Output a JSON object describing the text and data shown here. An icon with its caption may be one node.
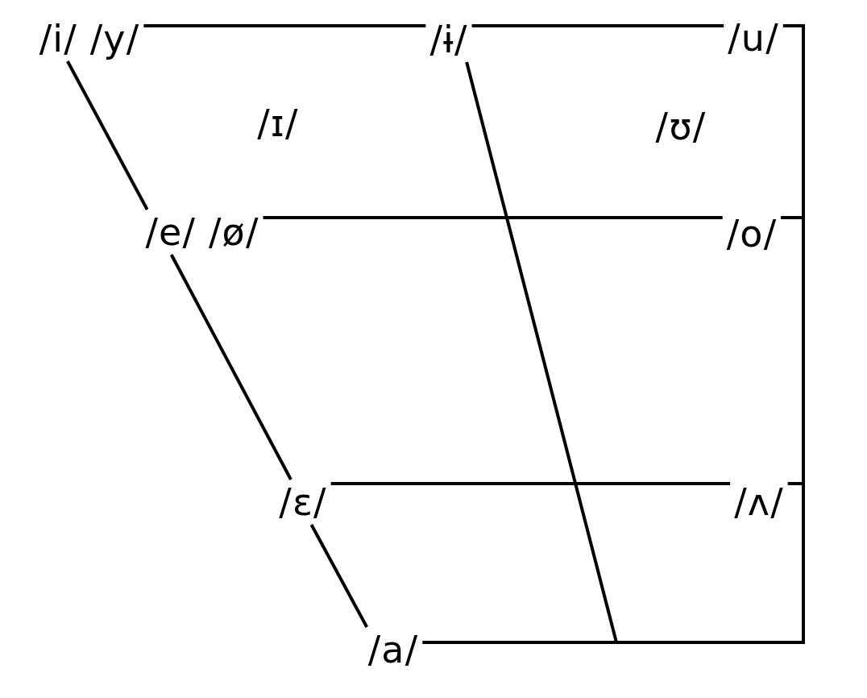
{
  "diagram": {
    "nodes": [
      {
        "text": [
          "/i/ /y/"
        ]
      },
      {
        "text": [
          "/ɨ/"
        ]
      },
      {
        "text": [
          "/u/"
        ]
      },
      {
        "text": [
          "/e/ /ø/"
        ]
      },
      {
        "text": [
          "/o/"
        ]
      },
      {
        "text": [
          "/ɛ/"
        ]
      },
      {
        "text": [
          "/ʌ/"
        ]
      },
      {
        "text": [
          "/a/"
        ]
      }
    ],
    "edges": [
      {
        "from": 0,
        "to": 1,
        "arrow": "none"
      },
      {
        "from": 1,
        "to": 2,
        "arrow": "none"
      },
      {
        "from": 0,
        "to": 3,
        "arrow": "none"
      },
      {
        "from": 3,
        "to": 4,
        "arrow": "none"
      },
      {
        "from": 3,
        "to": 5,
        "arrow": "none"
      },
      {
        "from": 5,
        "to": 6,
        "arrow": "none"
      },
      {
        "from": 5,
        "to": 7,
        "arrow": "none"
      },
      {
        "from": 1,
        "to": null,
        "arrow": "none"
      },
      {
        "from": 2,
        "to": 4,
        "arrow": "none"
      },
      {
        "from": 4,
        "to": 6,
        "arrow": "none"
      },
      {
        "from": 6,
        "to": 7,
        "arrow": "none"
      }
    ],
    "labels": [
      "/ɪ/",
      "/ʊ/"
    ]
  }
}
